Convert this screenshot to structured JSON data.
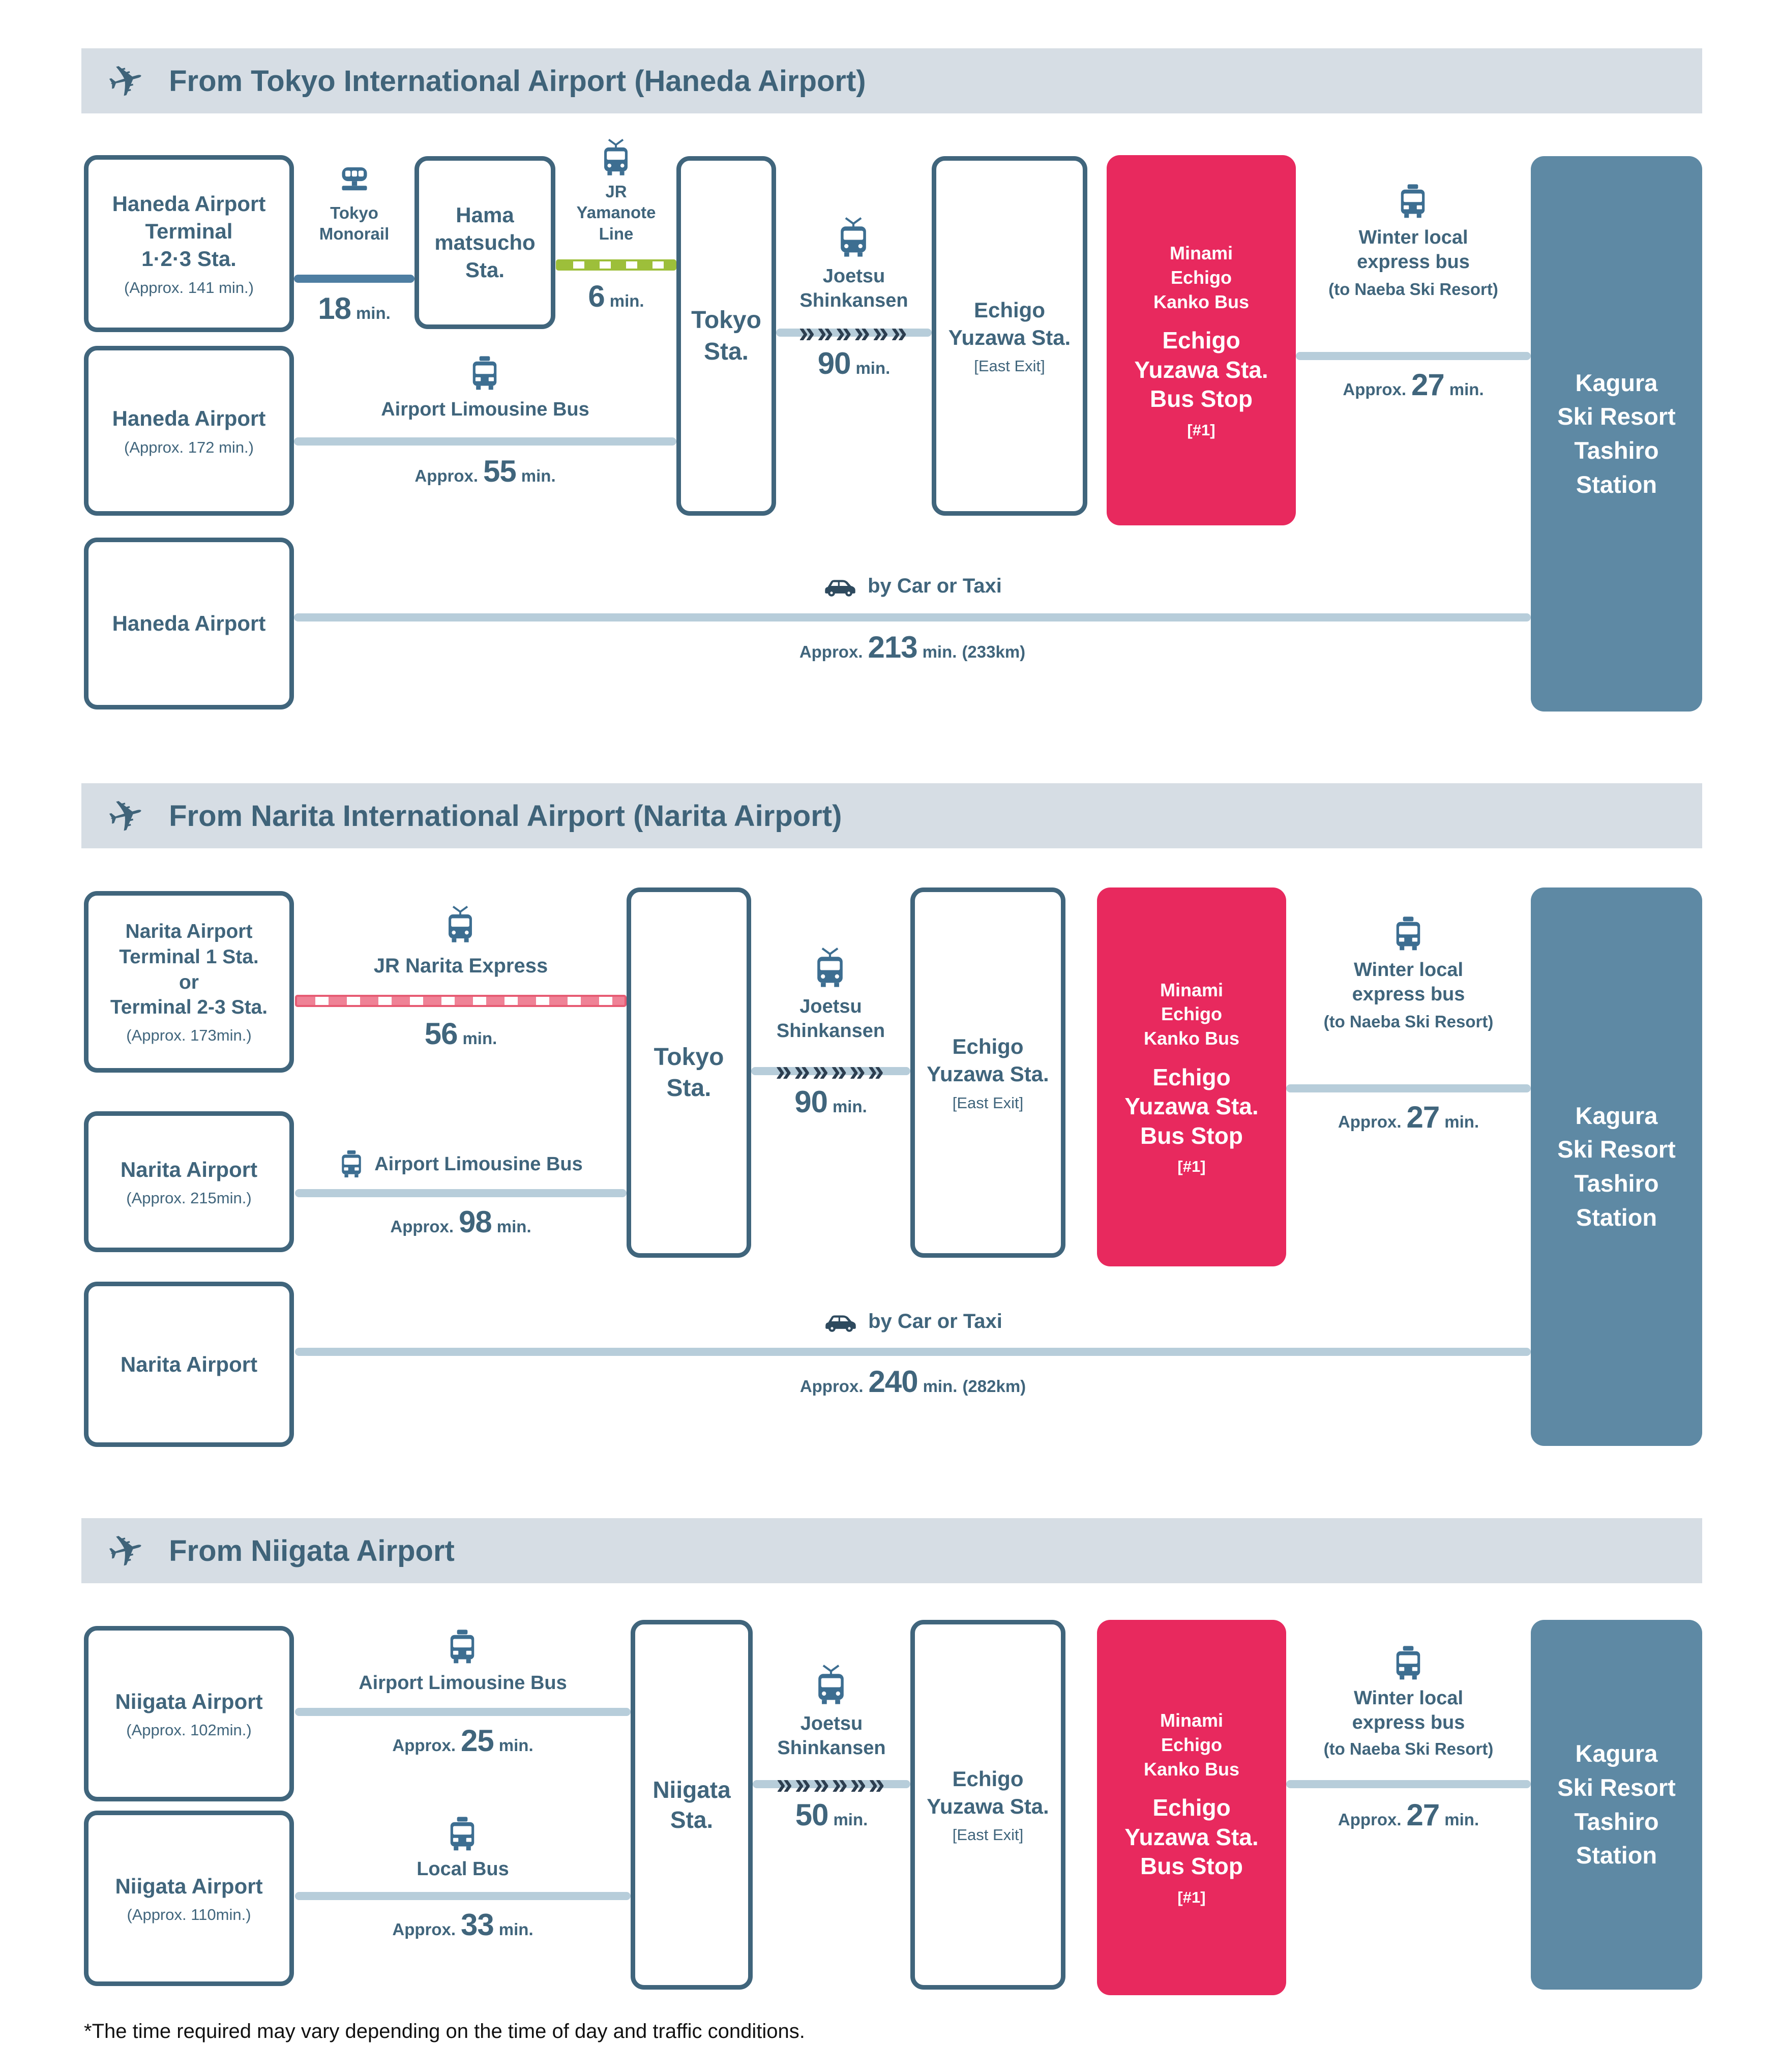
{
  "icons": {
    "plane": "✈"
  },
  "colors": {
    "slate": "#40657c",
    "pink": "#e8295e",
    "steel_blue": "#5e89a4",
    "line_gray_blue": "#b7cdda",
    "monorail_blue": "#4e7ea2",
    "yamanote_green": "#9dbf3a",
    "express_red": "#e75c74",
    "header_bg": "#d6dde4"
  },
  "footnote": "*The time required may vary depending on the time of day and traffic conditions.",
  "haneda": {
    "title": "From Tokyo International Airport (Haneda Airport)",
    "terminal_box": {
      "title": "Haneda Airport\nTerminal\n1·2·3 Sta.",
      "note": "(Approx. 141 min.)"
    },
    "monorail": {
      "label": "Tokyo\nMonorail",
      "value": "18",
      "unit": "min."
    },
    "hamamatsucho_box": {
      "title": "Hama\nmatsucho\nSta."
    },
    "yamanote": {
      "label": "JR\nYamanote\nLine",
      "value": "6",
      "unit": "min."
    },
    "tokyo_box": {
      "title": "Tokyo\nSta."
    },
    "shinkansen": {
      "label": "Joetsu\nShinkansen",
      "value": "90",
      "unit": "min."
    },
    "echigo_box": {
      "title": "Echigo\nYuzawa Sta.",
      "sub": "[East Exit]"
    },
    "bus_stop_box": {
      "company": "Minami\nEchigo\nKanko Bus",
      "title": "Echigo\nYuzawa Sta.\nBus Stop",
      "sub": "[#1]"
    },
    "winter_bus": {
      "label": "Winter local\nexpress bus",
      "sub": "(to Naeba Ski Resort)",
      "prefix": "Approx.",
      "value": "27",
      "unit": "min."
    },
    "kagura_box": {
      "title": "Kagura\nSki Resort\nTashiro\nStation"
    },
    "airport_box_2": {
      "title": "Haneda Airport",
      "note": "(Approx. 172 min.)"
    },
    "limousine_bus": {
      "label": "Airport Limousine Bus",
      "prefix": "Approx.",
      "value": "55",
      "unit": "min."
    },
    "airport_box_3": {
      "title": "Haneda Airport"
    },
    "car": {
      "label": "by Car or Taxi",
      "prefix": "Approx.",
      "value": "213",
      "unit": "min.",
      "suffix": "(233km)"
    }
  },
  "narita": {
    "title": "From Narita International Airport (Narita Airport)",
    "terminal_box": {
      "title": "Narita Airport\nTerminal 1 Sta.\nor\nTerminal 2-3 Sta.",
      "note": "(Approx. 173min.)"
    },
    "express": {
      "label": "JR Narita Express",
      "value": "56",
      "unit": "min."
    },
    "tokyo_box": {
      "title": "Tokyo\nSta."
    },
    "shinkansen": {
      "label": "Joetsu\nShinkansen",
      "value": "90",
      "unit": "min."
    },
    "echigo_box": {
      "title": "Echigo\nYuzawa Sta.",
      "sub": "[East Exit]"
    },
    "bus_stop_box": {
      "company": "Minami\nEchigo\nKanko Bus",
      "title": "Echigo\nYuzawa Sta.\nBus Stop",
      "sub": "[#1]"
    },
    "winter_bus": {
      "label": "Winter local\nexpress bus",
      "sub": "(to Naeba Ski Resort)",
      "prefix": "Approx.",
      "value": "27",
      "unit": "min."
    },
    "kagura_box": {
      "title": "Kagura\nSki Resort\nTashiro\nStation"
    },
    "airport_box_2": {
      "title": "Narita Airport",
      "note": "(Approx. 215min.)"
    },
    "limousine_bus": {
      "label": "Airport Limousine Bus",
      "prefix": "Approx.",
      "value": "98",
      "unit": "min."
    },
    "airport_box_3": {
      "title": "Narita Airport"
    },
    "car": {
      "label": "by Car or Taxi",
      "prefix": "Approx.",
      "value": "240",
      "unit": "min.",
      "suffix": "(282km)"
    }
  },
  "niigata": {
    "title": "From Niigata Airport",
    "airport_box_1": {
      "title": "Niigata Airport",
      "note": "(Approx. 102min.)"
    },
    "limousine_bus": {
      "label": "Airport Limousine Bus",
      "prefix": "Approx.",
      "value": "25",
      "unit": "min."
    },
    "niigata_box": {
      "title": "Niigata\nSta."
    },
    "shinkansen": {
      "label": "Joetsu\nShinkansen",
      "value": "50",
      "unit": "min."
    },
    "echigo_box": {
      "title": "Echigo\nYuzawa Sta.",
      "sub": "[East Exit]"
    },
    "bus_stop_box": {
      "company": "Minami\nEchigo\nKanko Bus",
      "title": "Echigo\nYuzawa Sta.\nBus Stop",
      "sub": "[#1]"
    },
    "winter_bus": {
      "label": "Winter local\nexpress bus",
      "sub": "(to Naeba Ski Resort)",
      "prefix": "Approx.",
      "value": "27",
      "unit": "min."
    },
    "kagura_box": {
      "title": "Kagura\nSki Resort\nTashiro\nStation"
    },
    "airport_box_2": {
      "title": "Niigata Airport",
      "note": "(Approx. 110min.)"
    },
    "local_bus": {
      "label": "Local Bus",
      "prefix": "Approx.",
      "value": "33",
      "unit": "min."
    }
  }
}
